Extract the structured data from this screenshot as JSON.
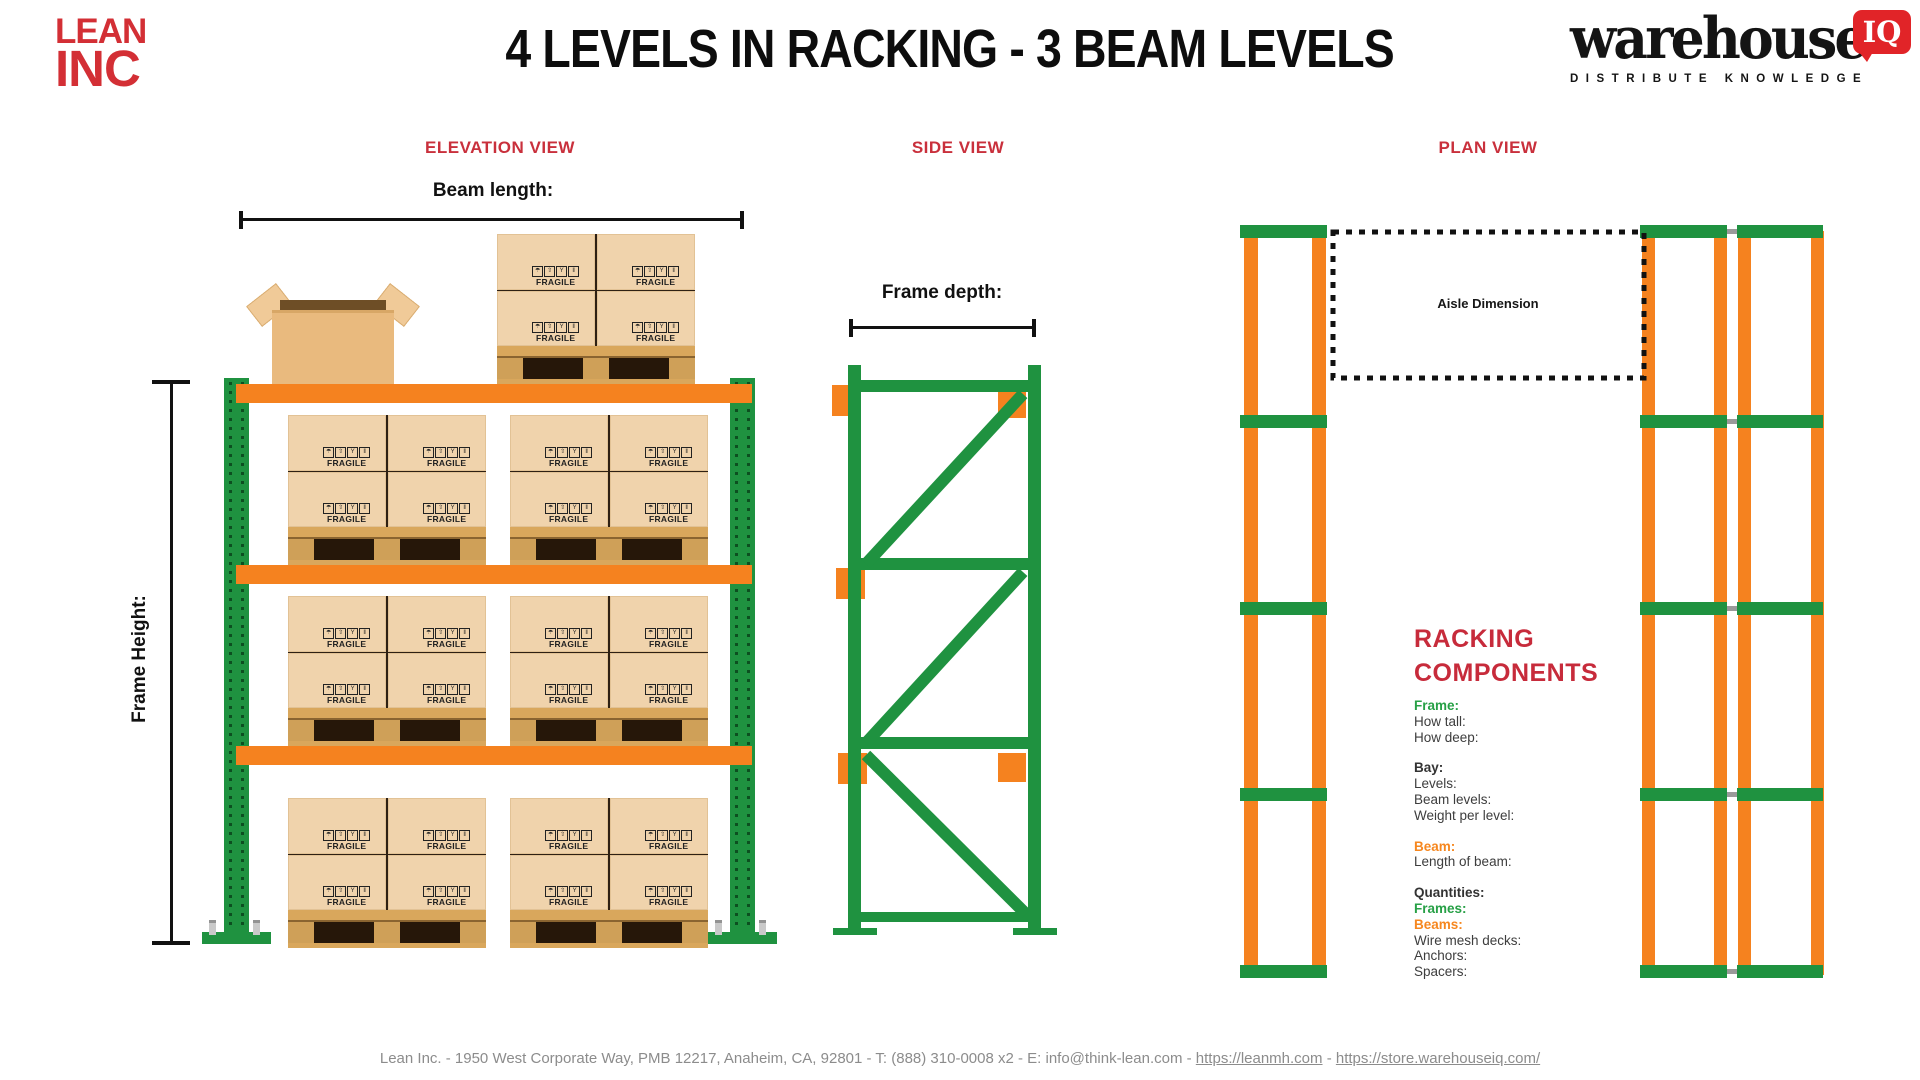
{
  "header": {
    "logo_line1": "LEAN",
    "logo_line2": "INC",
    "title": "4 LEVELS IN RACKING - 3 BEAM LEVELS",
    "brand": {
      "name": "warehouse",
      "badge": "IQ",
      "tagline": "DISTRIBUTE KNOWLEDGE"
    }
  },
  "views": {
    "elevation": {
      "label": "ELEVATION VIEW",
      "beam_length_label": "Beam length:",
      "frame_height_label": "Frame Height:",
      "box_label": "FRAGILE",
      "box_icons": [
        "umbrella-icon",
        "arrow-up-icon",
        "glass-icon",
        "bars-icon"
      ]
    },
    "side": {
      "label": "SIDE VIEW",
      "frame_depth_label": "Frame depth:"
    },
    "plan": {
      "label": "PLAN VIEW",
      "aisle_label": "Aisle Dimension"
    }
  },
  "components_panel": {
    "title_line1": "RACKING",
    "title_line2": "COMPONENTS",
    "groups": [
      {
        "items": [
          {
            "text": "Frame:",
            "color": "green"
          },
          {
            "text": "How tall:",
            "color": "dark"
          },
          {
            "text": "How deep:",
            "color": "dark"
          }
        ]
      },
      {
        "items": [
          {
            "text": "Bay:",
            "color": "dark-bold"
          },
          {
            "text": "Levels:",
            "color": "dark"
          },
          {
            "text": "Beam levels:",
            "color": "dark"
          },
          {
            "text": "Weight per level:",
            "color": "dark"
          }
        ]
      },
      {
        "items": [
          {
            "text": "Beam:",
            "color": "orange"
          },
          {
            "text": "Length of beam:",
            "color": "dark"
          }
        ]
      },
      {
        "items": [
          {
            "text": "Quantities:",
            "color": "dark-bold"
          },
          {
            "text": "Frames:",
            "color": "green"
          },
          {
            "text": "Beams:",
            "color": "orange"
          },
          {
            "text": "Wire mesh decks:",
            "color": "dark"
          },
          {
            "text": "Anchors:",
            "color": "dark"
          },
          {
            "text": "Spacers:",
            "color": "dark"
          }
        ]
      }
    ]
  },
  "footer": {
    "text": "Lean Inc. - 1950 West Corporate Way, PMB 12217, Anaheim, CA, 92801 - T: (888) 310-0008 x2 - E: info@think-lean.com - ",
    "link1": "https://leanmh.com",
    "sep": " - ",
    "link2": "https://store.warehouseiq.com/"
  },
  "colors": {
    "accent_red": "#d32f35",
    "crimson": "#c9303c",
    "beam_orange": "#f5821f",
    "frame_green": "#1f9240",
    "text_green": "#27a046",
    "text_orange": "#f6871f",
    "footer_gray": "#8c8c8c"
  }
}
